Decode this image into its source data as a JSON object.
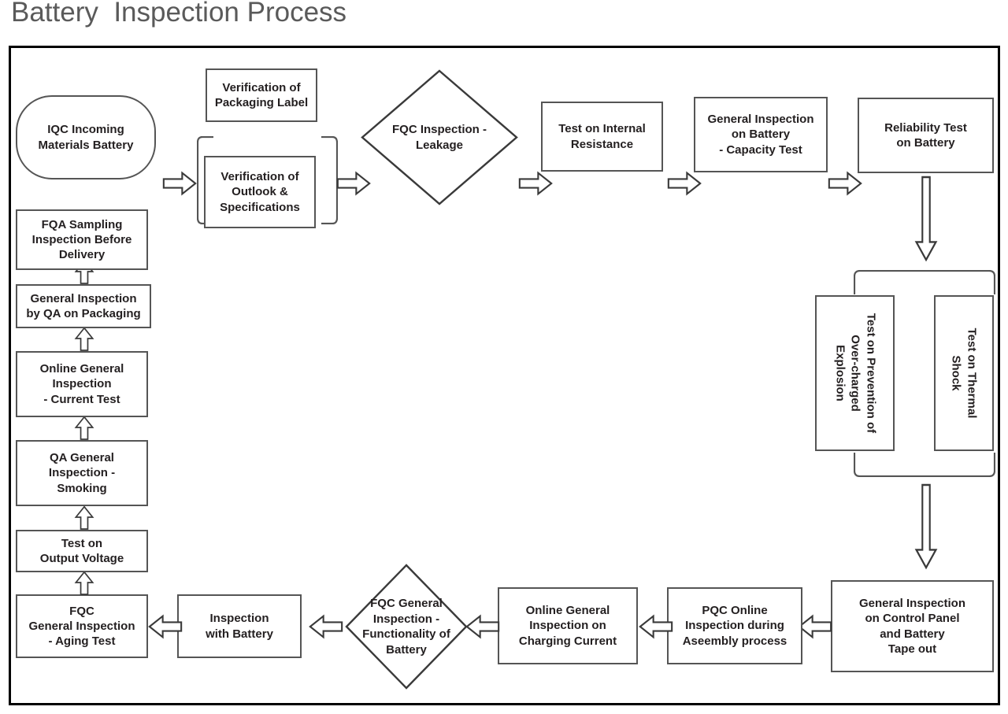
{
  "title": "Battery  Inspection Process",
  "flow": {
    "nodes": {
      "iqc_incoming": "IQC Incoming\nMaterials Battery",
      "verify_packaging_label": "Verification of\nPackaging Label",
      "verify_outlook_specs": "Verification of\nOutlook &\nSpecifications",
      "fqc_inspection_leakage": "FQC Inspection -\nLeakage",
      "test_internal_resistance": "Test on Internal\nResistance",
      "general_inspection_capacity": "General Inspection\non Battery\n- Capacity Test",
      "reliability_test": "Reliability Test\non Battery",
      "test_overcharge_explosion": "Test on Prevention of\nOver-charged\nExplosion",
      "test_thermal_shock": "Test on Thermal\nShock",
      "general_inspection_control_panel": "General Inspection\non Control Panel\nand Battery\nTape out",
      "pqc_online_assembly": "PQC Online\nInspection during\nAseembly process",
      "online_charging_current": "Online General\nInspection on\nCharging Current",
      "fqc_general_functionality": "FQC General\nInspection -\nFunctionality of\nBattery",
      "inspection_with_battery": "Inspection\nwith Battery",
      "fqc_aging_test": "FQC\nGeneral Inspection\n- Aging Test",
      "test_output_voltage": "Test on\nOutput Voltage",
      "qa_general_smoking": "QA General\nInspection -\nSmoking",
      "online_general_current_test": "Online General\nInspection\n- Current Test",
      "general_inspection_qa_packaging": "General Inspection\nby QA on Packaging",
      "fqa_sampling_before_delivery": "FQA Sampling\nInspection Before\nDelivery"
    },
    "shapes": {
      "iqc_incoming": "rounded-terminator",
      "fqc_inspection_leakage": "diamond",
      "fqc_general_functionality": "diamond",
      "test_overcharge_explosion": "vertical-text-box",
      "test_thermal_shock": "vertical-text-box"
    },
    "colors": {
      "frame_border": "#000000",
      "node_border": "#555555",
      "node_fill": "#ffffff",
      "text": "#231f20",
      "title": "#5a5a5a",
      "arrow_stroke": "#3a3a3a",
      "arrow_fill": "#ffffff"
    }
  }
}
